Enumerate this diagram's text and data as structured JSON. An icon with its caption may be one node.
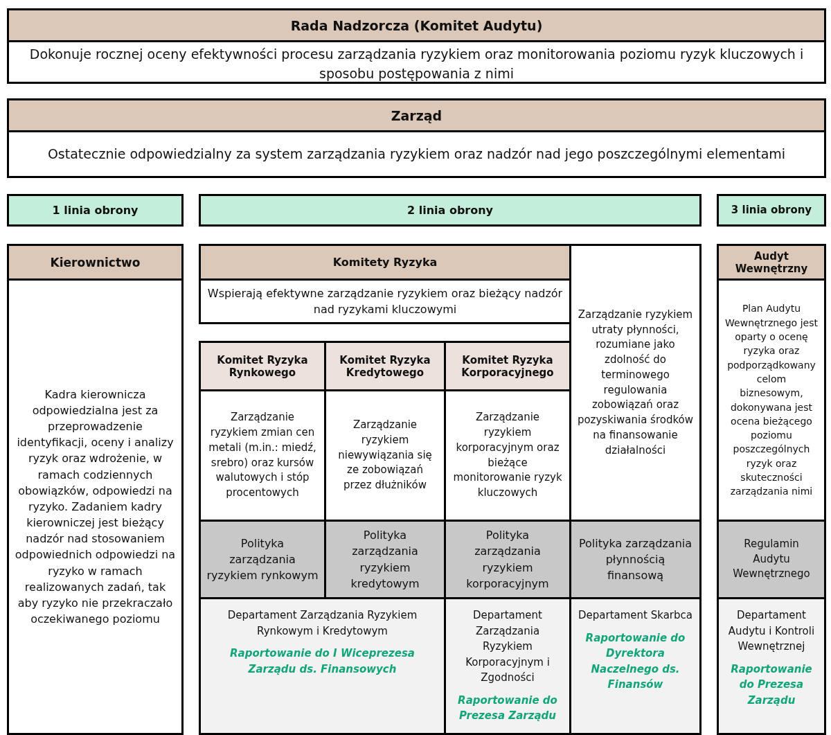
{
  "diagram": {
    "nodes": [
      {
        "text": [
          "Rada Nadzorcza (Komitet Audytu)",
          "Dokonuje rocznej oceny efektywności procesu zarządzania ryzykiem oraz monitorowania poziomu ryzyk kluczowych i sposobu postępowania z nimi"
        ]
      },
      {
        "text": [
          "Zarząd",
          "Ostatecznie odpowiedzialny za system zarządzania ryzykiem oraz nadzór nad jego poszczególnymi elementami"
        ]
      },
      {
        "text": [
          "1 linia obrony"
        ]
      },
      {
        "text": [
          "2 linia obrony"
        ]
      },
      {
        "text": [
          "3 linia obrony"
        ]
      },
      {
        "text": [
          "Kierownictwo",
          "Kadra kierownicza odpowiedzialna jest za przeprowadzenie identyfikacji, oceny i analizy ryzyk oraz wdrożenie, w ramach codziennych obowiązków, odpowiedzi na ryzyko. Zadaniem kadry kierowniczej jest bieżący nadzór nad stosowaniem odpowiednich odpowiedzi na ryzyko w ramach realizowanych zadań, tak aby ryzyko nie przekraczało oczekiwanego poziomu"
        ]
      },
      {
        "text": [
          "Komitety Ryzyka",
          "Wspierają efektywne zarządzanie ryzykiem oraz bieżący nadzór nad ryzykami kluczowymi"
        ]
      },
      {
        "text": [
          "Zarządzanie ryzykiem utraty płynności, rozumiane jako zdolność do terminowego regulowania zobowiązań oraz pozyskiwania środków na finansowanie działalności"
        ]
      },
      {
        "text": [
          "Audyt Wewnętrzny",
          "Plan Audytu Wewnętrznego jest oparty o ocenę ryzyka oraz podporządkowany celom biznesowym, dokonywana jest ocena bieżącego poziomu poszczególnych ryzyk oraz skuteczności zarządzania nimi"
        ]
      },
      {
        "text": [
          "Komitet Ryzyka Rynkowego",
          "Zarządzanie ryzykiem zmian cen metali (m.in.: miedź, srebro) oraz kursów walutowych i stóp procentowych"
        ]
      },
      {
        "text": [
          "Komitet  Ryzyka Kredytowego",
          "Zarządzanie ryzykiem niewywiązania się ze zobowiązań przez dłużników"
        ]
      },
      {
        "text": [
          "Komitet Ryzyka Korporacyjnego",
          "Zarządzanie ryzykiem korporacyjnym oraz bieżące monitorowanie ryzyk kluczowych"
        ]
      },
      {
        "text": [
          "Polityka zarządzania ryzykiem rynkowym"
        ]
      },
      {
        "text": [
          "Polityka zarządzania ryzykiem kredytowym"
        ]
      },
      {
        "text": [
          "Polityka zarządzania ryzykiem korporacyjnym"
        ]
      },
      {
        "text": [
          "Polityka zarządzania płynnością finansową"
        ]
      },
      {
        "text": [
          "Regulamin Audytu Wewnętrznego"
        ]
      },
      {
        "text": [
          "Departament Zarządzania Ryzykiem Rynkowym i Kredytowym",
          "Raportowanie do I Wiceprezesa Zarządu ds. Finansowych"
        ]
      },
      {
        "text": [
          "Departament Zarządzania Ryzykiem Korporacyjnym i Zgodności",
          "Raportowanie do Prezesa Zarządu"
        ]
      },
      {
        "text": [
          "Departament Skarbca",
          "Raportowanie do Dyrektora Naczelnego ds. Finansów"
        ]
      },
      {
        "text": [
          "Departament Audytu i Kontroli Wewnętrznej",
          "Raportowanie do Prezesa Zarządu"
        ]
      }
    ]
  }
}
